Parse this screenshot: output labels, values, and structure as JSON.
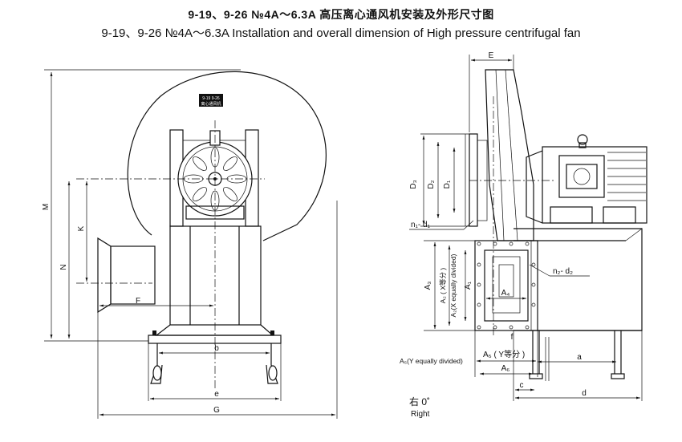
{
  "title": {
    "chinese": "9-19、9-26 №4A～6.3A 高压离心通风机安装及外形尺寸图",
    "english": "9-19、9-26 №4A～6.3A Installation and overall dimension of High pressure centrifugal fan"
  },
  "nameplate": {
    "line1": "9-19 9-26",
    "line2": "离心通风机"
  },
  "left_view": {
    "labels": {
      "M": "M",
      "K": "K",
      "N": "N",
      "F": "F",
      "b": "b",
      "e": "e",
      "G": "G"
    }
  },
  "right_view": {
    "labels": {
      "E": "E",
      "D3": "D₃",
      "D2": "D₂",
      "D1": "D₁",
      "n1d1": "n₁- d₁",
      "n2d2": "n₂- d₂",
      "A3": "A₃",
      "A2": "A₂ ( X等分 )",
      "A2_en": "A₂(X equally divided)",
      "A1": "A₁",
      "A4": "A₄",
      "f": "f",
      "A5_en": "A₅(Y equally divided)",
      "A5": "A₅ ( Y等分 )",
      "A6": "A₆",
      "a": "a",
      "c": "c",
      "d": "d"
    },
    "orientation": {
      "cn": "右 0˚",
      "en": "Right"
    }
  }
}
